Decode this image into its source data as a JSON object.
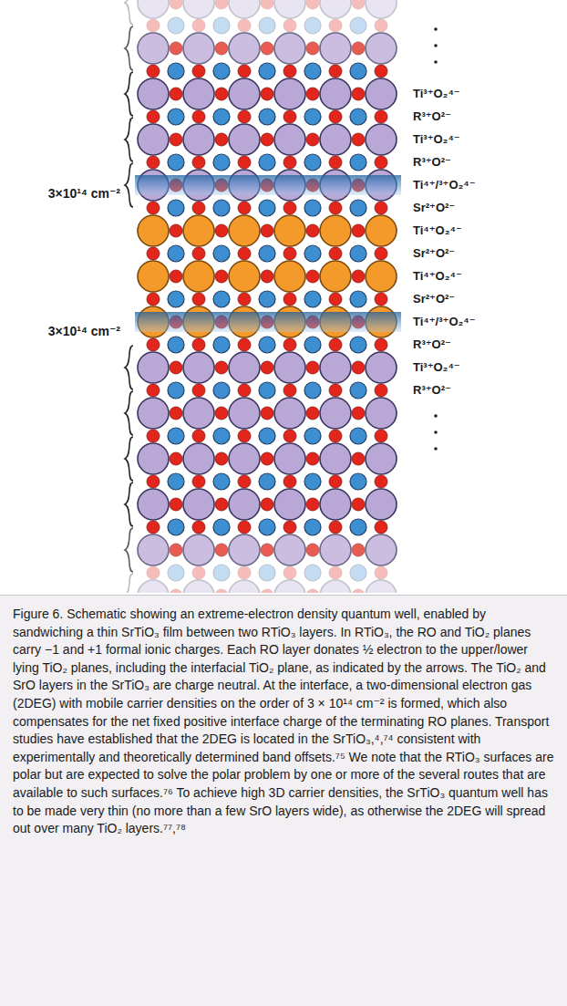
{
  "diagram": {
    "caption": "Figure 6. Schematic showing an extreme-electron density quantum well, enabled by sandwiching a thin SrTiO₃ film between two RTiO₃ layers. In RTiO₃, the RO and TiO₂ planes carry −1 and +1 formal ionic charges. Each RO layer donates ½ electron to the upper/lower lying TiO₂ planes, including the interfacial TiO₂ plane, as indicated by the arrows. The TiO₂ and SrO layers in the SrTiO₃ are charge neutral. At the interface, a two-dimensional electron gas (2DEG) with mobile carrier densities on the order of 3 × 10¹⁴ cm⁻² is formed, which also compensates for the net fixed positive interface charge of the terminating RO planes. Transport studies have established that the 2DEG is located in the SrTiO₃,⁴,⁷⁴ consistent with experimentally and theoretically determined band offsets.⁷⁵ We note that the RTiO₃ surfaces are polar but are expected to solve the polar problem by one or more of the several routes that are available to such surfaces.⁷⁶ To achieve high 3D carrier densities, the SrTiO₃ quantum well has to be made very thin (no more than a few SrO layers wide), as otherwise the 2DEG will spread out over many TiO₂ layers.⁷⁷,⁷⁸",
    "labels": [
      "Ti³⁺O₂⁴⁻",
      "R³⁺O²⁻",
      "Ti³⁺O₂⁴⁻",
      "R³⁺O²⁻",
      "3×10¹⁴ cm⁻²",
      "Ti⁴⁺/³⁺O₂⁴⁻",
      "Sr²⁺O²⁻",
      "Ti⁴⁺O₂⁴⁻",
      "Sr²⁺O²⁻",
      "Ti⁴⁺O₂⁴⁻",
      "Sr²⁺O²⁻",
      "3×10¹⁴ cm⁻²",
      "Ti⁴⁺/³⁺O₂⁴⁻",
      "R³⁺O²⁻",
      "Ti³⁺O₂⁴⁻",
      "R³⁺O²⁻"
    ]
  }
}
